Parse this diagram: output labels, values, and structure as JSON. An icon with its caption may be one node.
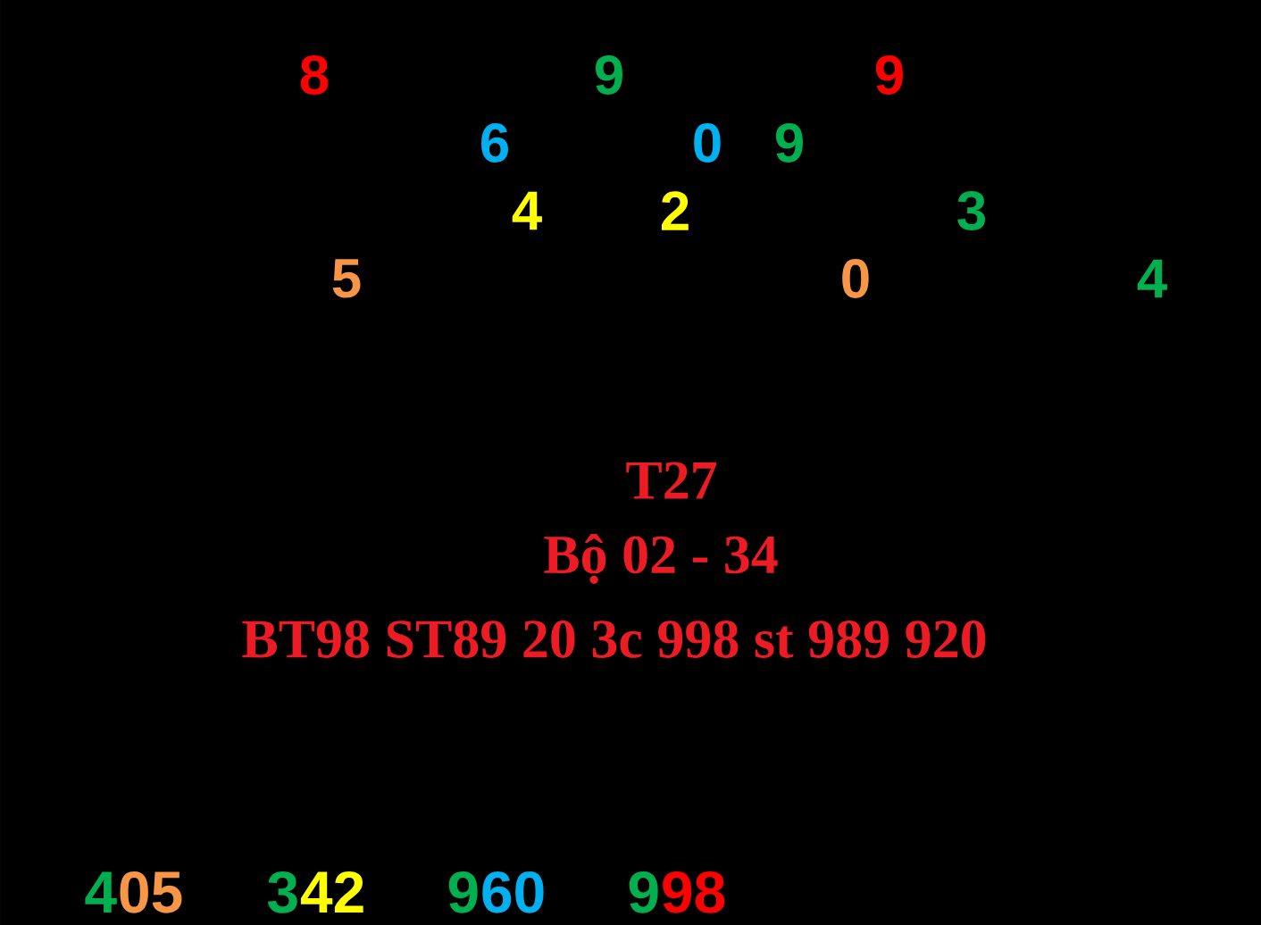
{
  "diagram": {
    "labels": [
      "8",
      "9",
      "9",
      "6",
      "0",
      "9",
      "4",
      "2",
      "3",
      "5",
      "0",
      "4",
      "T27",
      "Bộ 02 - 34",
      "BT98 ST89 20  3c 998 st 989 920",
      "4",
      "05",
      "3",
      "42",
      "9",
      "60",
      "9",
      "98"
    ]
  }
}
